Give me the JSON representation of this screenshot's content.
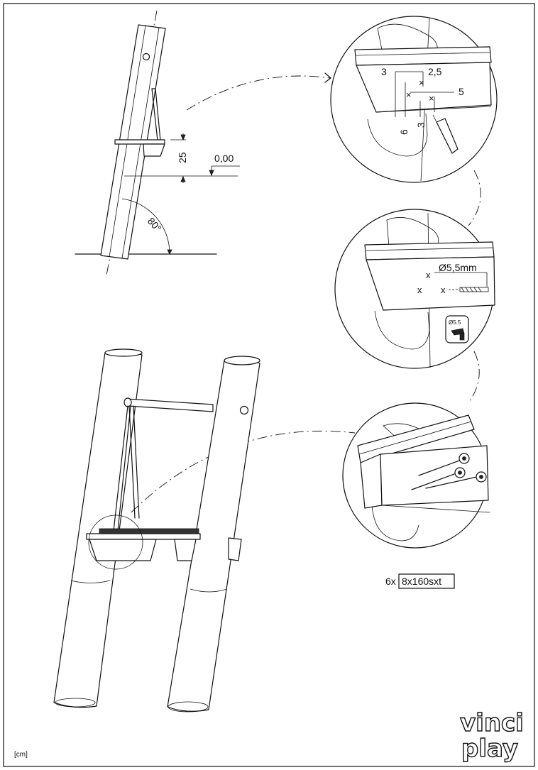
{
  "side_view": {
    "dim_height": "25",
    "dim_level": "0,00",
    "angle": "80°"
  },
  "detail_1": {
    "dim_a": "3",
    "dim_b": "2,5",
    "dim_c": "5",
    "dim_d": "6",
    "dim_e": "3"
  },
  "detail_2": {
    "hole_label": "Ø5,5mm",
    "drill_badge": "Ø5.5",
    "hole_mark": "x"
  },
  "detail_3": {
    "screw_qty": "6x",
    "screw_spec": "8x160sxt"
  },
  "units": "[cm]",
  "logo": {
    "line1": "vinci",
    "line2": "play"
  }
}
